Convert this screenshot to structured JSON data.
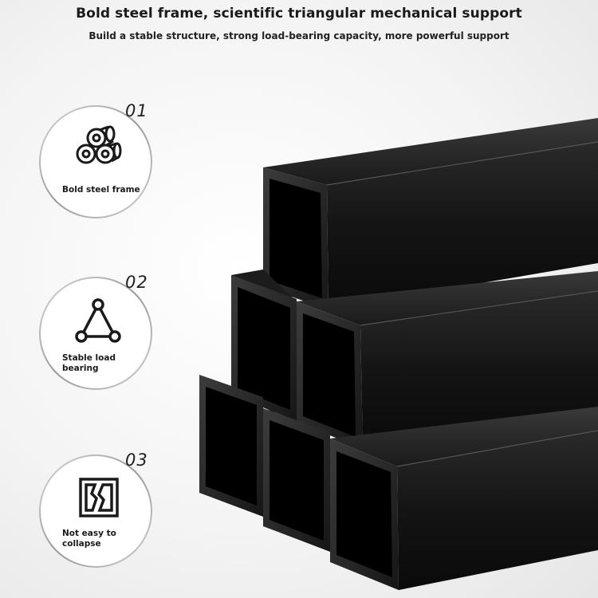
{
  "header": {
    "title": "Bold steel frame, scientific triangular mechanical support",
    "subtitle": "Build a stable structure, strong load-bearing capacity, more powerful support"
  },
  "features": [
    {
      "number": "01",
      "label": "Bold steel frame",
      "icon": "steel-rolls-icon"
    },
    {
      "number": "02",
      "label": "Stable load bearing",
      "icon": "triangle-support-icon"
    },
    {
      "number": "03",
      "label": "Not easy to collapse",
      "icon": "crack-resist-icon"
    }
  ],
  "product_image": {
    "subject": "stacked-square-steel-tubes",
    "color": "#121212"
  }
}
